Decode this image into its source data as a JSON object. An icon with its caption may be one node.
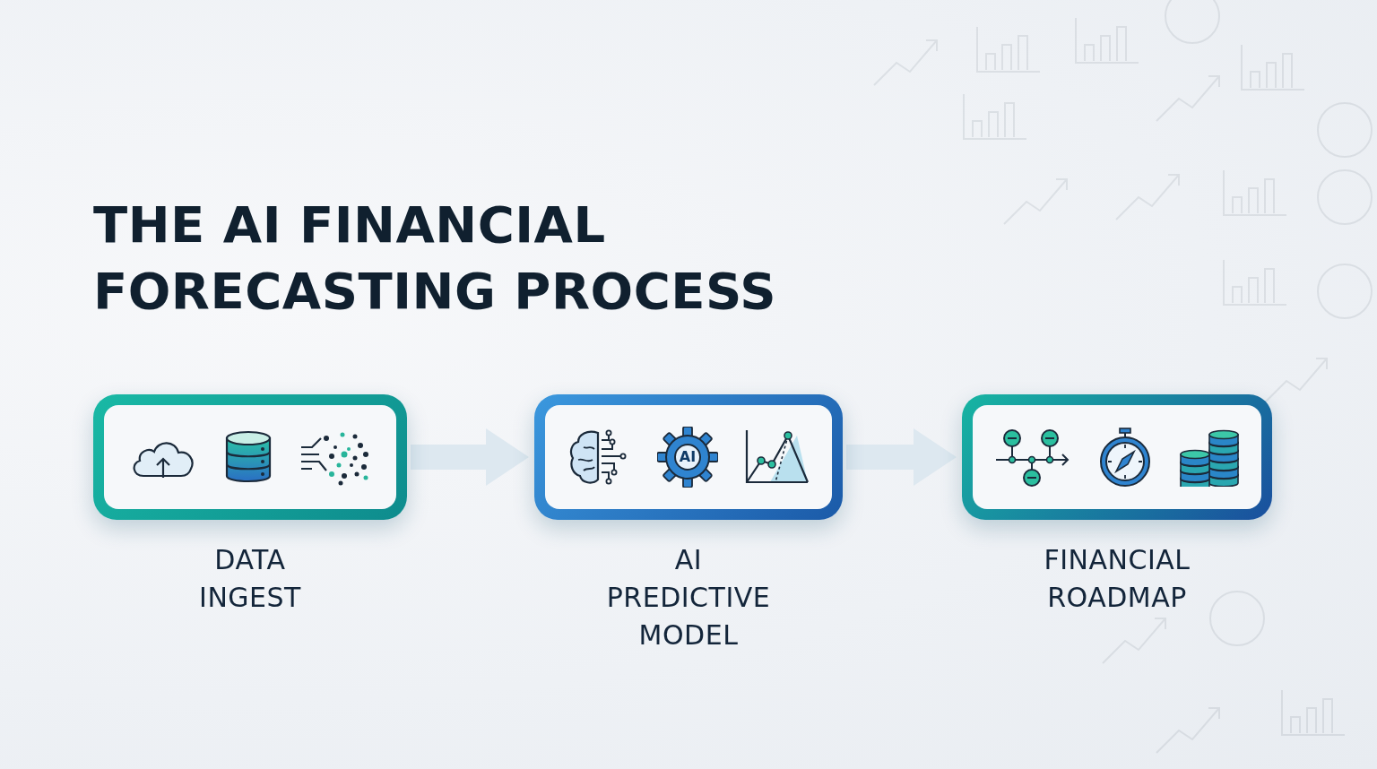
{
  "diagram": {
    "title": "THE AI FINANCIAL FORECASTING PROCESS",
    "nodes": [
      {
        "text": [
          "DATA INGEST"
        ]
      },
      {
        "text": [
          "AI PREDICTIVE MODEL"
        ]
      },
      {
        "text": [
          "FINANCIAL ROADMAP"
        ]
      }
    ],
    "edges": [
      {
        "from": 0,
        "to": 1,
        "arrow": "to"
      },
      {
        "from": 1,
        "to": 2,
        "arrow": "to"
      }
    ],
    "labels": [
      "AI"
    ]
  }
}
